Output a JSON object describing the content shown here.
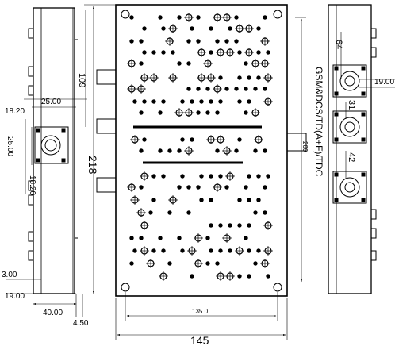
{
  "drawing": {
    "vertical_label": "GSM&DCS/TD(A+F)/TDC",
    "dimensions": {
      "left_height": "109",
      "left_port_offset": "18.20",
      "left_port_width": "25.00",
      "left_port_height": "25.00",
      "left_port_offset_lower": "18.20",
      "left_margin_small": "3.00",
      "left_bottom": "19.00",
      "left_width": "40.00",
      "left_edge": "4.50",
      "main_height": "218",
      "inner_height": "200",
      "inner_width": "135.0",
      "main_width": "145",
      "right_top": "64",
      "right_side": "19.00",
      "right_mid": "31",
      "right_lower": "42"
    }
  }
}
